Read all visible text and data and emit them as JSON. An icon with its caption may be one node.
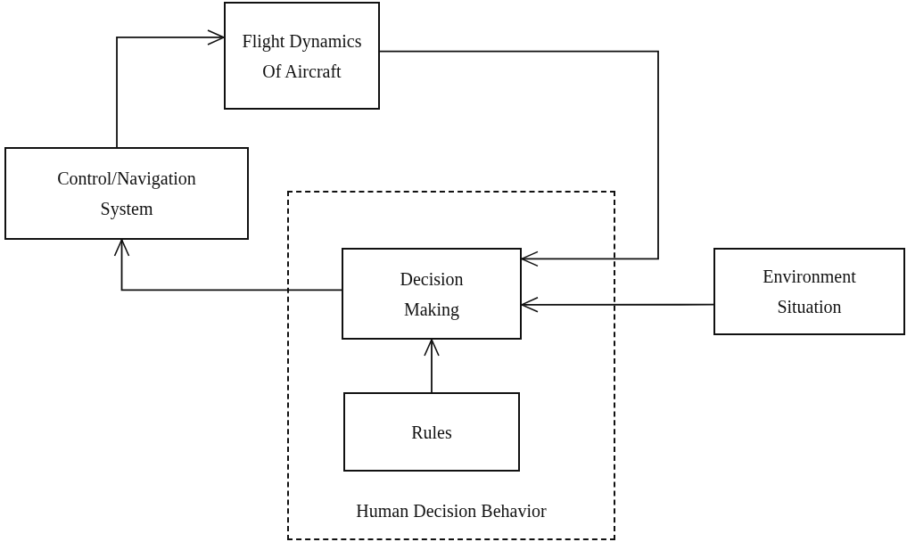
{
  "diagram": {
    "nodes": [
      {
        "text": [
          "Flight Dynamics Of Aircraft"
        ]
      },
      {
        "text": [
          "Control/Navigation System"
        ]
      },
      {
        "text": [
          "Human Decision Behavior"
        ]
      },
      {
        "text": [
          "Decision Making"
        ],
        "in": 2
      },
      {
        "text": [
          "Rules"
        ],
        "in": 2
      },
      {
        "text": [
          "Environment Situation"
        ]
      }
    ],
    "edges": [
      {
        "from": 1,
        "to": 0,
        "arrow": "to"
      },
      {
        "from": 0,
        "to": 3,
        "arrow": "to"
      },
      {
        "from": 3,
        "to": 1,
        "arrow": "to"
      },
      {
        "from": 5,
        "to": 3,
        "arrow": "to"
      },
      {
        "from": 4,
        "to": 3,
        "arrow": "to"
      }
    ]
  }
}
